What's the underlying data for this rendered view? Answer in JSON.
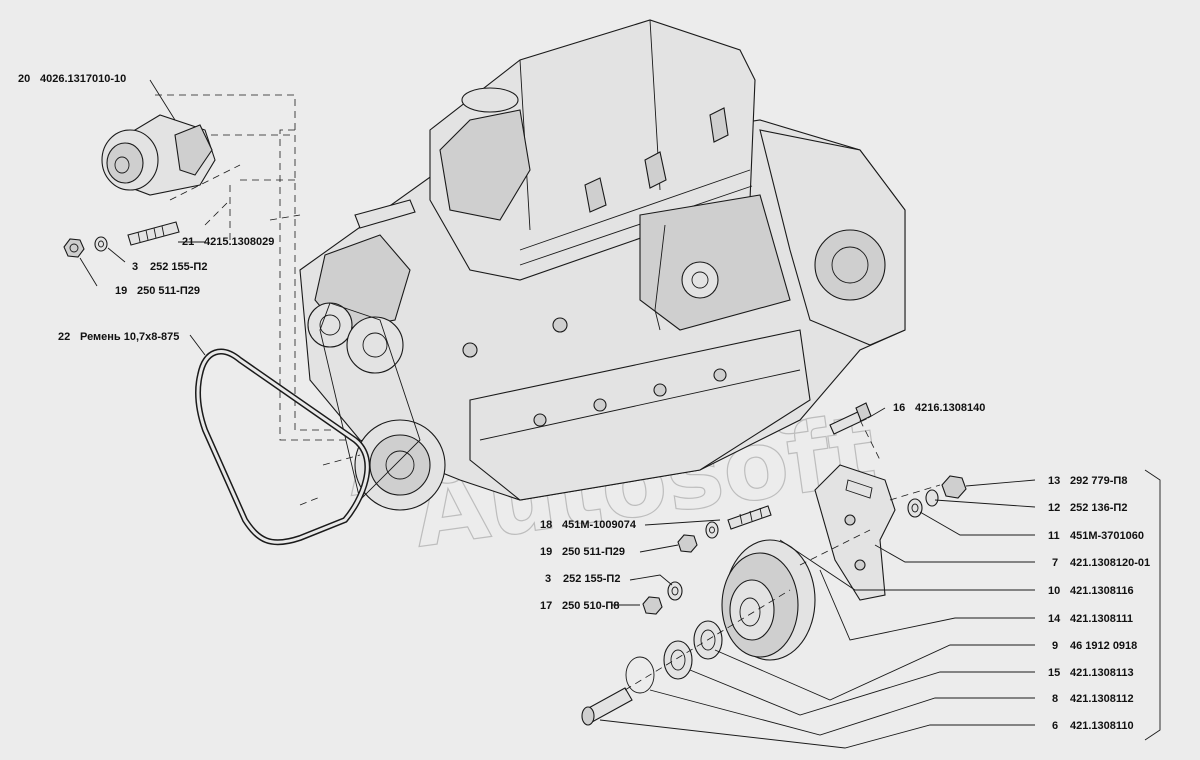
{
  "watermark": "Autosoft",
  "callouts": [
    {
      "num": "20",
      "code": "4026.1317010-10"
    },
    {
      "num": "21",
      "code": "4215.1308029"
    },
    {
      "num": "3",
      "code": "252 155-П2"
    },
    {
      "num": "19",
      "code": "250 511-П29"
    },
    {
      "num": "22",
      "code": "Ремень 10,7х8-875"
    },
    {
      "num": "16",
      "code": "4216.1308140"
    },
    {
      "num": "13",
      "code": "292 779-П8"
    },
    {
      "num": "12",
      "code": "252 136-П2"
    },
    {
      "num": "11",
      "code": "451М-3701060"
    },
    {
      "num": "7",
      "code": "421.1308120-01"
    },
    {
      "num": "10",
      "code": "421.1308116"
    },
    {
      "num": "14",
      "code": "421.1308111"
    },
    {
      "num": "9",
      "code": "46 1912 0918"
    },
    {
      "num": "15",
      "code": "421.1308113"
    },
    {
      "num": "8",
      "code": "421.1308112"
    },
    {
      "num": "6",
      "code": "421.1308110"
    },
    {
      "num": "18",
      "code": "451М-1009074"
    },
    {
      "num": "19",
      "code": "250 511-П29"
    },
    {
      "num": "3",
      "code": "252 155-П2"
    },
    {
      "num": "17",
      "code": "250 510-П8"
    }
  ]
}
